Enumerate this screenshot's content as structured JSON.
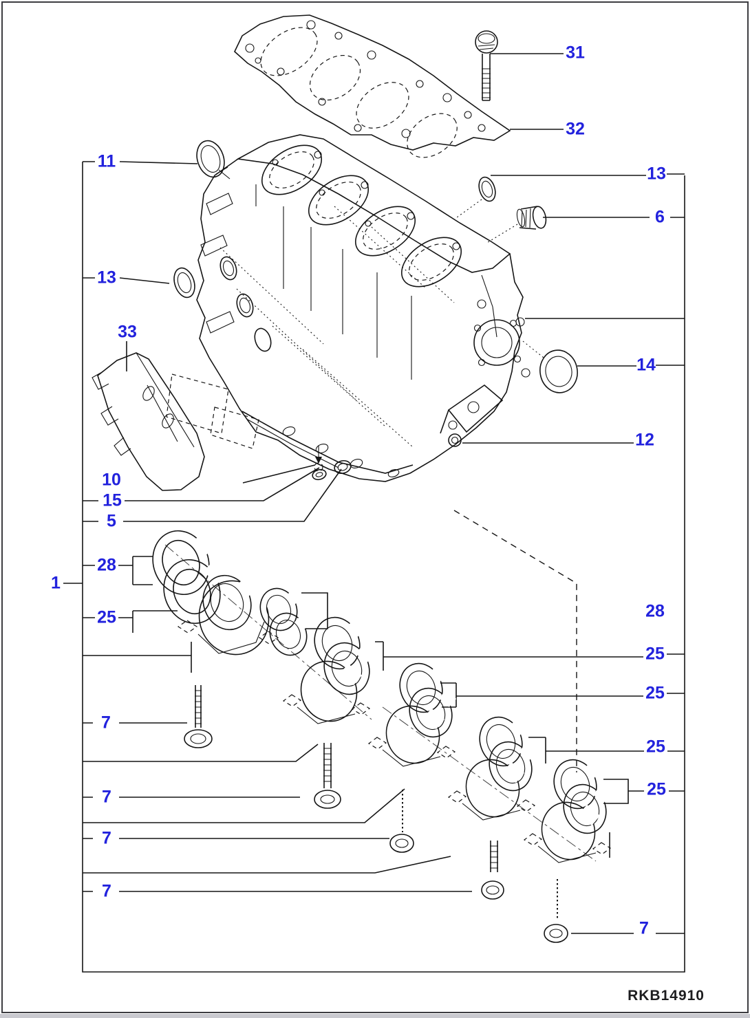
{
  "figure_code": "RKB14910",
  "colors": {
    "callout_blue": "#2222dd",
    "line_black": "#151515",
    "background": "#ffffff"
  },
  "callouts": [
    {
      "label": "11"
    },
    {
      "label": "13"
    },
    {
      "label": "33"
    },
    {
      "label": "10"
    },
    {
      "label": "15"
    },
    {
      "label": "5"
    },
    {
      "label": "28"
    },
    {
      "label": "1"
    },
    {
      "label": "25"
    },
    {
      "label": "7"
    },
    {
      "label": "7"
    },
    {
      "label": "7"
    },
    {
      "label": "7"
    },
    {
      "label": "31"
    },
    {
      "label": "32"
    },
    {
      "label": "13"
    },
    {
      "label": "6"
    },
    {
      "label": "14"
    },
    {
      "label": "12"
    },
    {
      "label": "28"
    },
    {
      "label": "25"
    },
    {
      "label": "25"
    },
    {
      "label": "25"
    },
    {
      "label": "25"
    },
    {
      "label": "7"
    }
  ]
}
